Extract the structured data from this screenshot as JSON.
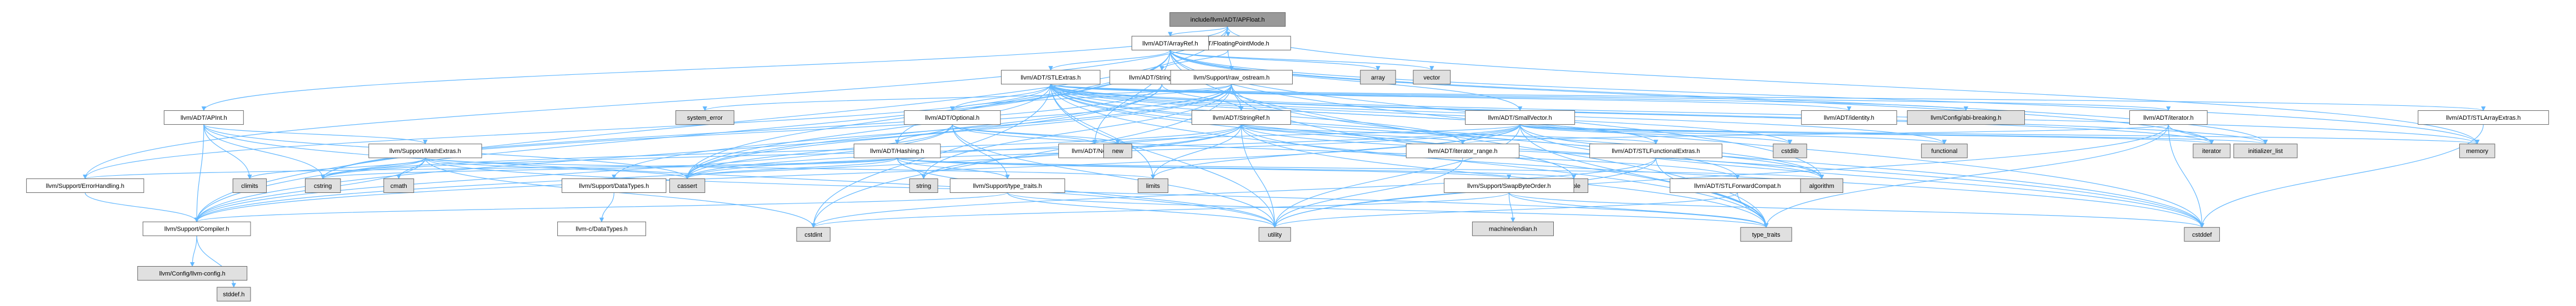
{
  "colors": {
    "edge": "#63b8ff",
    "focus": "#999999",
    "local": "#ffffff",
    "system": "#e0e0e0",
    "doc_missing_border": "#ff0000",
    "border": "#666666"
  },
  "nodes": [
    {
      "id": "apfloat",
      "label": "include/llvm/ADT/APFloat.h",
      "kind": "focus"
    },
    {
      "id": "fpmode",
      "label": "llvm/ADT/FloatingPointMode.h",
      "kind": "local"
    },
    {
      "id": "arrayref",
      "label": "llvm/ADT/ArrayRef.h",
      "kind": "local"
    },
    {
      "id": "stringswitch",
      "label": "llvm/ADT/StringSwitch.h",
      "kind": "local"
    },
    {
      "id": "rawostream",
      "label": "llvm/Support/raw_ostream.h",
      "kind": "local"
    },
    {
      "id": "stlextras",
      "label": "llvm/ADT/STLExtras.h",
      "kind": "local"
    },
    {
      "id": "array",
      "label": "array",
      "kind": "system"
    },
    {
      "id": "vector",
      "label": "vector",
      "kind": "system"
    },
    {
      "id": "apint",
      "label": "llvm/ADT/APInt.h",
      "kind": "local"
    },
    {
      "id": "systemerror",
      "label": "system_error",
      "kind": "system"
    },
    {
      "id": "optional",
      "label": "llvm/ADT/Optional.h",
      "kind": "local"
    },
    {
      "id": "stringref",
      "label": "llvm/ADT/StringRef.h",
      "kind": "missing"
    },
    {
      "id": "smallvector",
      "label": "llvm/ADT/SmallVector.h",
      "kind": "local"
    },
    {
      "id": "identity",
      "label": "llvm/ADT/identity.h",
      "kind": "local"
    },
    {
      "id": "configabi",
      "label": "llvm/Config/abi-breaking.h",
      "kind": "system"
    },
    {
      "id": "iteratorh",
      "label": "llvm/ADT/iterator.h",
      "kind": "local"
    },
    {
      "id": "stlarrayextras",
      "label": "llvm/ADT/STLArrayExtras.h",
      "kind": "local"
    },
    {
      "id": "mathextras",
      "label": "llvm/Support/MathExtras.h",
      "kind": "local"
    },
    {
      "id": "hashing",
      "label": "llvm/ADT/Hashing.h",
      "kind": "local"
    },
    {
      "id": "none",
      "label": "llvm/ADT/None.h",
      "kind": "local"
    },
    {
      "id": "new",
      "label": "new",
      "kind": "system"
    },
    {
      "id": "iteratorrange",
      "label": "llvm/ADT/iterator_range.h",
      "kind": "local"
    },
    {
      "id": "stlfunctionalextras",
      "label": "llvm/ADT/STLFunctionalExtras.h",
      "kind": "local"
    },
    {
      "id": "cstdlib",
      "label": "cstdlib",
      "kind": "system"
    },
    {
      "id": "functional",
      "label": "functional",
      "kind": "system"
    },
    {
      "id": "iterator",
      "label": "iterator",
      "kind": "system"
    },
    {
      "id": "initlist",
      "label": "initializer_list",
      "kind": "system"
    },
    {
      "id": "memory",
      "label": "memory",
      "kind": "system"
    },
    {
      "id": "climits",
      "label": "climits",
      "kind": "system"
    },
    {
      "id": "cstring",
      "label": "cstring",
      "kind": "system"
    },
    {
      "id": "cmath",
      "label": "cmath",
      "kind": "system"
    },
    {
      "id": "cassert",
      "label": "cassert",
      "kind": "system"
    },
    {
      "id": "datatypes",
      "label": "llvm/Support/DataTypes.h",
      "kind": "local"
    },
    {
      "id": "string",
      "label": "string",
      "kind": "system"
    },
    {
      "id": "limits",
      "label": "limits",
      "kind": "system"
    },
    {
      "id": "typetraitsllvm",
      "label": "llvm/Support/type_traits.h",
      "kind": "local"
    },
    {
      "id": "tuple",
      "label": "tuple",
      "kind": "system"
    },
    {
      "id": "swapbyteorder",
      "label": "llvm/Support/SwapByteOrder.h",
      "kind": "local"
    },
    {
      "id": "stlforwardcompat",
      "label": "llvm/ADT/STLForwardCompat.h",
      "kind": "local"
    },
    {
      "id": "algorithm",
      "label": "algorithm",
      "kind": "system"
    },
    {
      "id": "errorhandling",
      "label": "llvm/Support/ErrorHandling.h",
      "kind": "local"
    },
    {
      "id": "ctypes",
      "label": "llvm-c/DataTypes.h",
      "kind": "missing"
    },
    {
      "id": "machineendian",
      "label": "machine/endian.h",
      "kind": "system"
    },
    {
      "id": "compiler",
      "label": "llvm/Support/Compiler.h",
      "kind": "local"
    },
    {
      "id": "cstdint",
      "label": "cstdint",
      "kind": "system"
    },
    {
      "id": "utility",
      "label": "utility",
      "kind": "system"
    },
    {
      "id": "typetraits",
      "label": "type_traits",
      "kind": "system"
    },
    {
      "id": "cstddef",
      "label": "cstddef",
      "kind": "system"
    },
    {
      "id": "configllvm",
      "label": "llvm/Config/llvm-config.h",
      "kind": "system"
    },
    {
      "id": "stddef",
      "label": "stddef.h",
      "kind": "system"
    }
  ],
  "edges": [
    [
      "apfloat",
      "fpmode"
    ],
    [
      "apfloat",
      "arrayref"
    ],
    [
      "apfloat",
      "apint"
    ],
    [
      "apfloat",
      "errorhandling"
    ],
    [
      "apfloat",
      "compiler"
    ],
    [
      "apfloat",
      "memory"
    ],
    [
      "fpmode",
      "stringswitch"
    ],
    [
      "fpmode",
      "rawostream"
    ],
    [
      "stringswitch",
      "stringref"
    ],
    [
      "stringswitch",
      "compiler"
    ],
    [
      "stringswitch",
      "cassert"
    ],
    [
      "stringswitch",
      "cstring"
    ],
    [
      "rawostream",
      "stringref"
    ],
    [
      "rawostream",
      "datatypes"
    ],
    [
      "rawostream",
      "cassert"
    ],
    [
      "rawostream",
      "cstddef"
    ],
    [
      "rawostream",
      "cstdint"
    ],
    [
      "rawostream",
      "cstring"
    ],
    [
      "rawostream",
      "optional"
    ],
    [
      "rawostream",
      "string"
    ],
    [
      "rawostream",
      "systemerror"
    ],
    [
      "rawostream",
      "typetraits"
    ],
    [
      "arrayref",
      "hashing"
    ],
    [
      "arrayref",
      "none"
    ],
    [
      "arrayref",
      "smallvector"
    ],
    [
      "arrayref",
      "stlextras"
    ],
    [
      "arrayref",
      "compiler"
    ],
    [
      "arrayref",
      "algorithm"
    ],
    [
      "arrayref",
      "array"
    ],
    [
      "arrayref",
      "cassert"
    ],
    [
      "arrayref",
      "cstddef"
    ],
    [
      "arrayref",
      "initlist"
    ],
    [
      "arrayref",
      "iterator"
    ],
    [
      "arrayref",
      "memory"
    ],
    [
      "arrayref",
      "typetraits"
    ],
    [
      "arrayref",
      "vector"
    ],
    [
      "stlextras",
      "optional"
    ],
    [
      "stlextras",
      "stlarrayextras"
    ],
    [
      "stlextras",
      "stlforwardcompat"
    ],
    [
      "stlextras",
      "stlfunctionalextras"
    ],
    [
      "stlextras",
      "identity"
    ],
    [
      "stlextras",
      "iteratorh"
    ],
    [
      "stlextras",
      "iteratorrange"
    ],
    [
      "stlextras",
      "configabi"
    ],
    [
      "stlextras",
      "errorhandling"
    ],
    [
      "stlextras",
      "algorithm"
    ],
    [
      "stlextras",
      "cassert"
    ],
    [
      "stlextras",
      "cstddef"
    ],
    [
      "stlextras",
      "cstdint"
    ],
    [
      "stlextras",
      "cstdlib"
    ],
    [
      "stlextras",
      "functional"
    ],
    [
      "stlextras",
      "initlist"
    ],
    [
      "stlextras",
      "iterator"
    ],
    [
      "stlextras",
      "limits"
    ],
    [
      "stlextras",
      "memory"
    ],
    [
      "stlextras",
      "tuple"
    ],
    [
      "stlextras",
      "typetraits"
    ],
    [
      "stlextras",
      "utility"
    ],
    [
      "apint",
      "compiler"
    ],
    [
      "apint",
      "mathextras"
    ],
    [
      "apint",
      "cassert"
    ],
    [
      "apint",
      "climits"
    ],
    [
      "apint",
      "cstring"
    ],
    [
      "apint",
      "utility"
    ],
    [
      "optional",
      "hashing"
    ],
    [
      "optional",
      "none"
    ],
    [
      "optional",
      "stlforwardcompat"
    ],
    [
      "optional",
      "compiler"
    ],
    [
      "optional",
      "typetraitsllvm"
    ],
    [
      "optional",
      "cassert"
    ],
    [
      "optional",
      "new"
    ],
    [
      "optional",
      "utility"
    ],
    [
      "stringref",
      "stlfunctionalextras"
    ],
    [
      "stringref",
      "iteratorrange"
    ],
    [
      "stringref",
      "compiler"
    ],
    [
      "stringref",
      "algorithm"
    ],
    [
      "stringref",
      "cassert"
    ],
    [
      "stringref",
      "cstddef"
    ],
    [
      "stringref",
      "cstring"
    ],
    [
      "stringref",
      "limits"
    ],
    [
      "stringref",
      "string"
    ],
    [
      "stringref",
      "typetraits"
    ],
    [
      "stringref",
      "utility"
    ],
    [
      "smallvector",
      "iteratorrange"
    ],
    [
      "smallvector",
      "compiler"
    ],
    [
      "smallvector",
      "algorithm"
    ],
    [
      "smallvector",
      "cassert"
    ],
    [
      "smallvector",
      "cstddef"
    ],
    [
      "smallvector",
      "cstdlib"
    ],
    [
      "smallvector",
      "cstring"
    ],
    [
      "smallvector",
      "functional"
    ],
    [
      "smallvector",
      "initlist"
    ],
    [
      "smallvector",
      "iterator"
    ],
    [
      "smallvector",
      "limits"
    ],
    [
      "smallvector",
      "memory"
    ],
    [
      "smallvector",
      "new"
    ],
    [
      "smallvector",
      "typetraits"
    ],
    [
      "smallvector",
      "utility"
    ],
    [
      "iteratorh",
      "iteratorrange"
    ],
    [
      "iteratorh",
      "cstddef"
    ],
    [
      "iteratorh",
      "iterator"
    ],
    [
      "iteratorh",
      "typetraits"
    ],
    [
      "iteratorh",
      "utility"
    ],
    [
      "stlarrayextras",
      "cstddef"
    ],
    [
      "mathextras",
      "compiler"
    ],
    [
      "mathextras",
      "cassert"
    ],
    [
      "mathextras",
      "climits"
    ],
    [
      "mathextras",
      "cmath"
    ],
    [
      "mathextras",
      "cstdint"
    ],
    [
      "mathextras",
      "cstring"
    ],
    [
      "mathextras",
      "limits"
    ],
    [
      "mathextras",
      "typetraits"
    ],
    [
      "hashing",
      "errorhandling"
    ],
    [
      "hashing",
      "swapbyteorder"
    ],
    [
      "hashing",
      "typetraitsllvm"
    ],
    [
      "hashing",
      "algorithm"
    ],
    [
      "hashing",
      "cassert"
    ],
    [
      "hashing",
      "cstring"
    ],
    [
      "hashing",
      "string"
    ],
    [
      "hashing",
      "tuple"
    ],
    [
      "hashing",
      "utility"
    ],
    [
      "iteratorrange",
      "utility"
    ],
    [
      "stlfunctionalextras",
      "stlextras"
    ],
    [
      "stlfunctionalextras",
      "cstdint"
    ],
    [
      "stlfunctionalextras",
      "typetraits"
    ],
    [
      "stlfunctionalextras",
      "utility"
    ],
    [
      "datatypes",
      "ctypes"
    ],
    [
      "typetraitsllvm",
      "compiler"
    ],
    [
      "typetraitsllvm",
      "typetraits"
    ],
    [
      "typetraitsllvm",
      "utility"
    ],
    [
      "swapbyteorder",
      "machineendian"
    ],
    [
      "swapbyteorder",
      "cstddef"
    ],
    [
      "swapbyteorder",
      "cstdint"
    ],
    [
      "swapbyteorder",
      "typetraits"
    ],
    [
      "stlforwardcompat",
      "typetraits"
    ],
    [
      "stlforwardcompat",
      "utility"
    ],
    [
      "errorhandling",
      "compiler"
    ],
    [
      "compiler",
      "configllvm"
    ],
    [
      "compiler",
      "stddef"
    ]
  ]
}
